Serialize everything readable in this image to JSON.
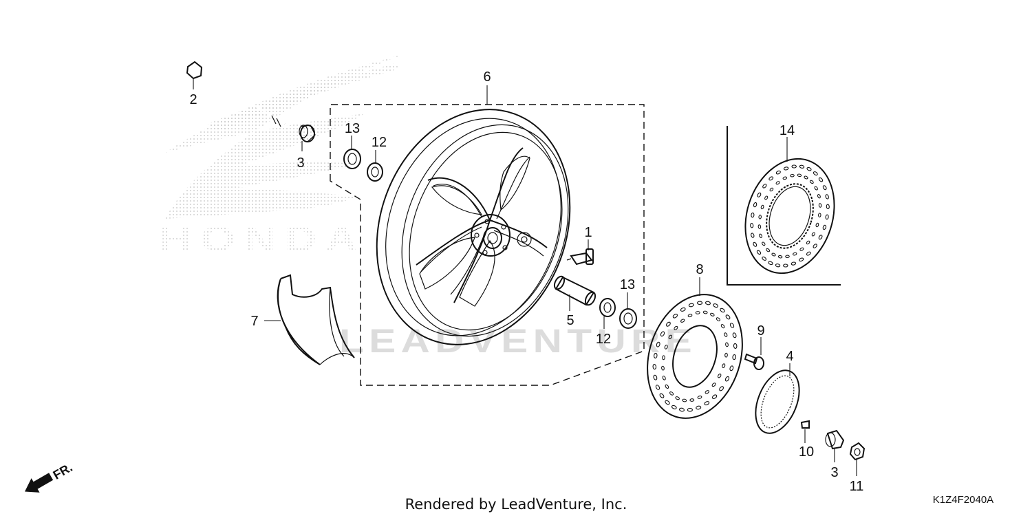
{
  "diagram": {
    "footer": "Rendered by LeadVenture, Inc.",
    "diagram_code": "K1Z4F2040A",
    "front_indicator": "FR.",
    "watermark_brand": "HONDA",
    "watermark_leadventure": "LEADVENTURE",
    "callouts": {
      "c1": "1",
      "c2": "2",
      "c3a": "3",
      "c3b": "3",
      "c4": "4",
      "c5": "5",
      "c6": "6",
      "c7": "7",
      "c8": "8",
      "c9": "9",
      "c10": "10",
      "c11": "11",
      "c12a": "12",
      "c12b": "12",
      "c13a": "13",
      "c13b": "13",
      "c14": "14"
    }
  }
}
